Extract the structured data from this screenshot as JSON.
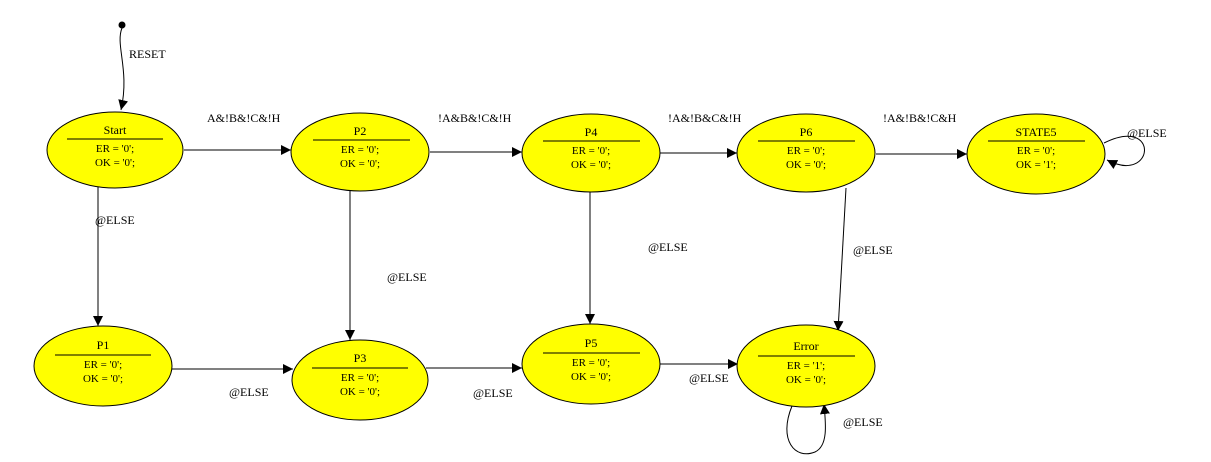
{
  "diagram": {
    "fill_color": "#ffff00",
    "reset_label": "RESET",
    "states": {
      "start": {
        "name": "Start",
        "outputs": [
          "ER = '0';",
          "OK = '0';"
        ]
      },
      "p2": {
        "name": "P2",
        "outputs": [
          "ER = '0';",
          "OK = '0';"
        ]
      },
      "p4": {
        "name": "P4",
        "outputs": [
          "ER = '0';",
          "OK = '0';"
        ]
      },
      "p6": {
        "name": "P6",
        "outputs": [
          "ER = '0';",
          "OK = '0';"
        ]
      },
      "state5": {
        "name": "STATE5",
        "outputs": [
          "ER = '0';",
          "OK = '1';"
        ]
      },
      "p1": {
        "name": "P1",
        "outputs": [
          "ER = '0';",
          "OK = '0';"
        ]
      },
      "p3": {
        "name": "P3",
        "outputs": [
          "ER = '0';",
          "OK = '0';"
        ]
      },
      "p5": {
        "name": "P5",
        "outputs": [
          "ER = '0';",
          "OK = '0';"
        ]
      },
      "error": {
        "name": "Error",
        "outputs": [
          "ER = '1';",
          "OK = '0';"
        ]
      }
    },
    "transitions": {
      "start_p2": "A&!B&!C&!H",
      "p2_p4": "!A&B&!C&!H",
      "p4_p6": "!A&!B&C&!H",
      "p6_state5": "!A&!B&!C&H",
      "state5_self": "@ELSE",
      "start_p1": "@ELSE",
      "p2_p3": "@ELSE",
      "p4_p5": "@ELSE",
      "p6_error": "@ELSE",
      "p1_p3": "@ELSE",
      "p3_p5": "@ELSE",
      "p5_error": "@ELSE",
      "error_self": "@ELSE"
    }
  }
}
